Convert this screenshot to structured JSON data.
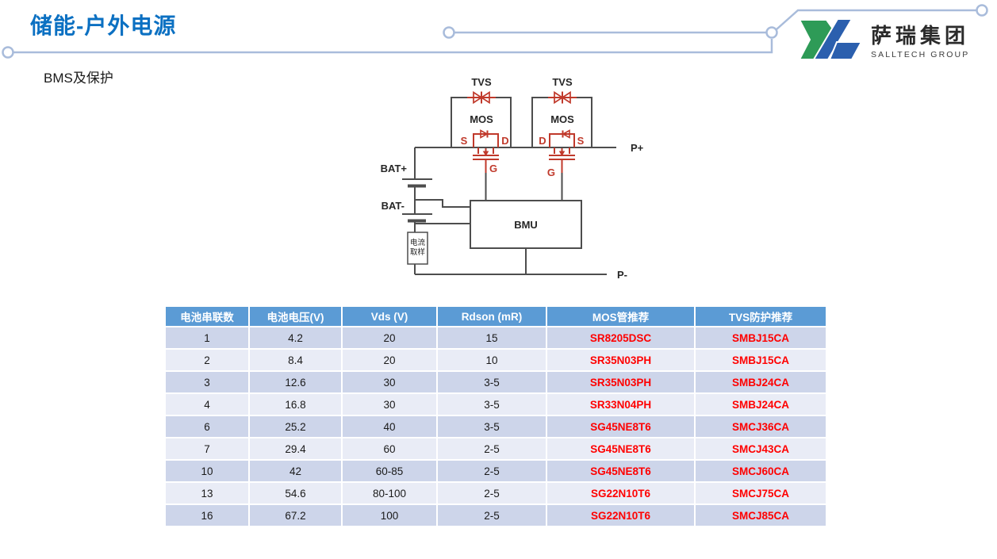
{
  "header": {
    "title": "储能-户外电源",
    "subtitle": "BMS及保护",
    "logo": {
      "name_cn": "萨瑞集团",
      "name_en": "SALLTECH GROUP"
    }
  },
  "colors": {
    "title_blue": "#0b70c2",
    "table_header_blue": "#5b9bd5",
    "row_band_dark": "#cdd5ea",
    "row_band_light": "#e9ecf6",
    "part_red": "#ff0000",
    "circuit_red": "#c0392b",
    "circuit_gray": "#4d4d4d",
    "connector_line": "#a9bcdb",
    "logo_green": "#2e9b57",
    "logo_blue": "#2b5fae"
  },
  "diagram": {
    "tvs_label": "TVS",
    "mos_label": "MOS",
    "terminals": {
      "source": "S",
      "drain": "D",
      "gate": "G"
    },
    "battery_positive": "BAT+",
    "battery_negative": "BAT-",
    "controller": "BMU",
    "current_sampling_line1": "电流",
    "current_sampling_line2": "取样",
    "output_positive": "P+",
    "output_negative": "P-"
  },
  "table": {
    "headers": [
      "电池串联数",
      "电池电压(V)",
      "Vds (V)",
      "Rdson (mR)",
      "MOS管推荐",
      "TVS防护推荐"
    ],
    "rows": [
      [
        "1",
        "4.2",
        "20",
        "15",
        "SR8205DSC",
        "SMBJ15CA"
      ],
      [
        "2",
        "8.4",
        "20",
        "10",
        "SR35N03PH",
        "SMBJ15CA"
      ],
      [
        "3",
        "12.6",
        "30",
        "3-5",
        "SR35N03PH",
        "SMBJ24CA"
      ],
      [
        "4",
        "16.8",
        "30",
        "3-5",
        "SR33N04PH",
        "SMBJ24CA"
      ],
      [
        "6",
        "25.2",
        "40",
        "3-5",
        "SG45NE8T6",
        "SMCJ36CA"
      ],
      [
        "7",
        "29.4",
        "60",
        "2-5",
        "SG45NE8T6",
        "SMCJ43CA"
      ],
      [
        "10",
        "42",
        "60-85",
        "2-5",
        "SG45NE8T6",
        "SMCJ60CA"
      ],
      [
        "13",
        "54.6",
        "80-100",
        "2-5",
        "SG22N10T6",
        "SMCJ75CA"
      ],
      [
        "16",
        "67.2",
        "100",
        "2-5",
        "SG22N10T6",
        "SMCJ85CA"
      ]
    ]
  }
}
